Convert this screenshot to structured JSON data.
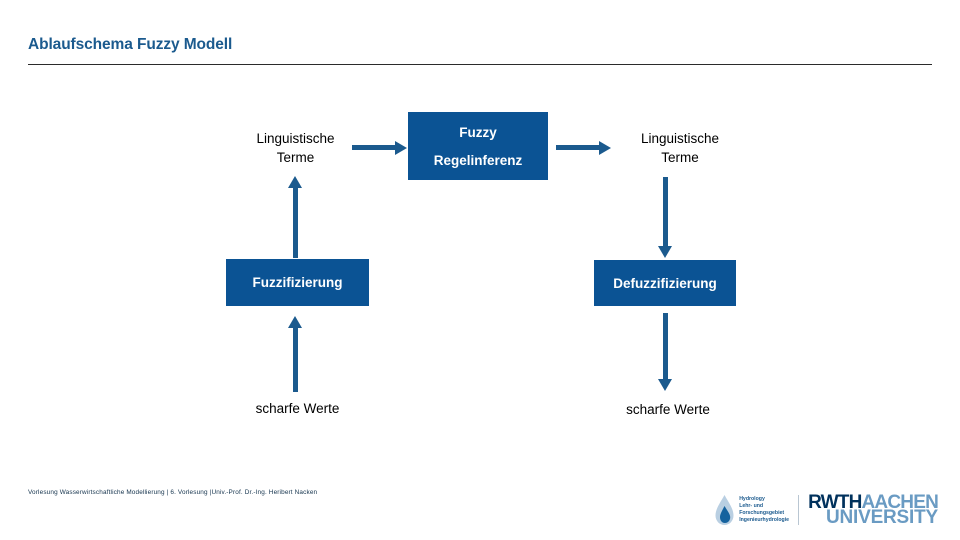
{
  "slide": {
    "title": "Ablaufschema Fuzzy Modell",
    "accent_color": "#0b5394",
    "title_color": "#1b5a8e",
    "arrow_color": "#1b5a8e",
    "background_color": "#ffffff"
  },
  "diagram": {
    "left_column": {
      "top_label": "Linguistische\nTerme",
      "top_label_line1": "Linguistische",
      "top_label_line2": "Terme",
      "box": "Fuzzifizierung",
      "bottom_label": "scharfe Werte"
    },
    "center": {
      "box_line1": "Fuzzy",
      "box_line2": "Regelinferenz"
    },
    "right_column": {
      "top_label_line1": "Linguistische",
      "top_label_line2": "Terme",
      "box": "Defuzzifizierung",
      "bottom_label": "scharfe Werte"
    },
    "arrows": [
      {
        "name": "left-terme-to-inference",
        "direction": "right"
      },
      {
        "name": "inference-to-right-terme",
        "direction": "right"
      },
      {
        "name": "fuzzifizierung-to-left-terme",
        "direction": "up"
      },
      {
        "name": "left-scharfe-werte-to-fuzzifizierung",
        "direction": "up"
      },
      {
        "name": "right-terme-to-defuzzifizierung",
        "direction": "down"
      },
      {
        "name": "defuzzifizierung-to-right-scharfe-werte",
        "direction": "down"
      }
    ]
  },
  "footer": {
    "text": "Vorlesung Wasserwirtschaftliche Modellierung | 6. Vorlesung |Univ.-Prof. Dr.-Ing. Heribert Nacken",
    "hydrology_logo": {
      "line1": "Hydrology",
      "line2": "Lehr- und",
      "line3": "Forschungsgebiet",
      "line4": "Ingenieurhydrologie"
    },
    "rwth_logo": {
      "mark": "RWTH",
      "aachen": "AACHEN",
      "university": "UNIVERSITY"
    }
  }
}
